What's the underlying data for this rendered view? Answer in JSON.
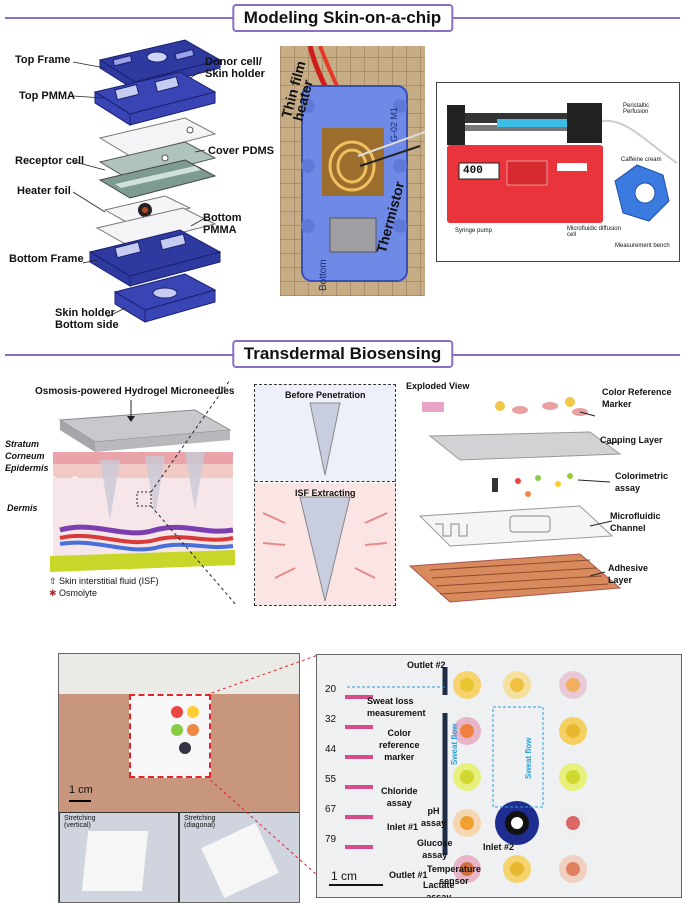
{
  "sections": {
    "top_title": "Modeling Skin-on-a-chip",
    "mid_title": "Transdermal Biosensing"
  },
  "exploded_chip": {
    "top_frame": "Top Frame",
    "top_pmma": "Top PMMA",
    "receptor_cell": "Receptor cell",
    "heater_foil": "Heater foil",
    "bottom_frame": "Bottom Frame",
    "skin_holder_bottom": "Skin holder\nBottom side",
    "donor_cell": "Donor cell/\nSkin holder",
    "cover_pdms": "Cover PDMS",
    "bottom_pmma": "Bottom PMMA"
  },
  "chip_photo": {
    "thin_film_heater": "Thin film\nheater",
    "thermistor": "Thermistor",
    "bottom_text": "Bottom",
    "top_text": "G-02 M1"
  },
  "pump_photo": {
    "display": "400",
    "peristaltic": "Peristaltic\nPerfusion",
    "caffeine": "Caffeine cream",
    "syringe": "Syringe pump",
    "diffusion": "Microfluidic diffusion\ncell",
    "bench": "Measurement bench"
  },
  "microneedle": {
    "title": "Osmosis-powered Hydrogel Microneedles",
    "stratum": "Stratum\nCorneum",
    "epidermis": "Epidermis",
    "dermis": "Dermis",
    "isf_legend": "Skin interstitial fluid (ISF)",
    "osmolyte_legend": "Osmolyte",
    "before": "Before Penetration",
    "isf_extracting": "ISF Extracting"
  },
  "exploded_view": {
    "title": "Exploded View",
    "color_ref": "Color Reference\nMarker",
    "capping": "Capping Layer",
    "colorimetric": "Colorimetric\nassay",
    "microfluidic": "Microfluidic\nChannel",
    "adhesive": "Adhesive\nLayer"
  },
  "arm_photo": {
    "scale": "1 cm",
    "stretch_v": "Stretching\n(vertical)",
    "stretch_d": "Stretching\n(diagonal)"
  },
  "patch_detail": {
    "outlet2": "Outlet #2",
    "sweat_loss": "Sweat loss\nmeasurement",
    "color_ref": "Color\nreference\nmarker",
    "chloride": "Chloride\nassay",
    "inlet1": "Inlet #1",
    "ph": "pH\nassay",
    "glucose": "Glucose\nassay",
    "inlet2": "Inlet #2",
    "temp": "Temperature\nsensor",
    "lactate": "Lactate\nassay",
    "outlet1": "Outlet #1",
    "scale": "1 cm",
    "sweat_flow": "Sweat flow",
    "sweat_flow2": "Sweat flow",
    "ticks": [
      "20",
      "32",
      "44",
      "55",
      "67",
      "79"
    ]
  },
  "colors": {
    "accent": "#8a6fc4",
    "frame_blue": "#2f3aa0",
    "pump_red": "#e8343a",
    "cell_blue": "#3b7be0",
    "skin": "#f1c9c5",
    "adhesive": "#d98a5c"
  }
}
